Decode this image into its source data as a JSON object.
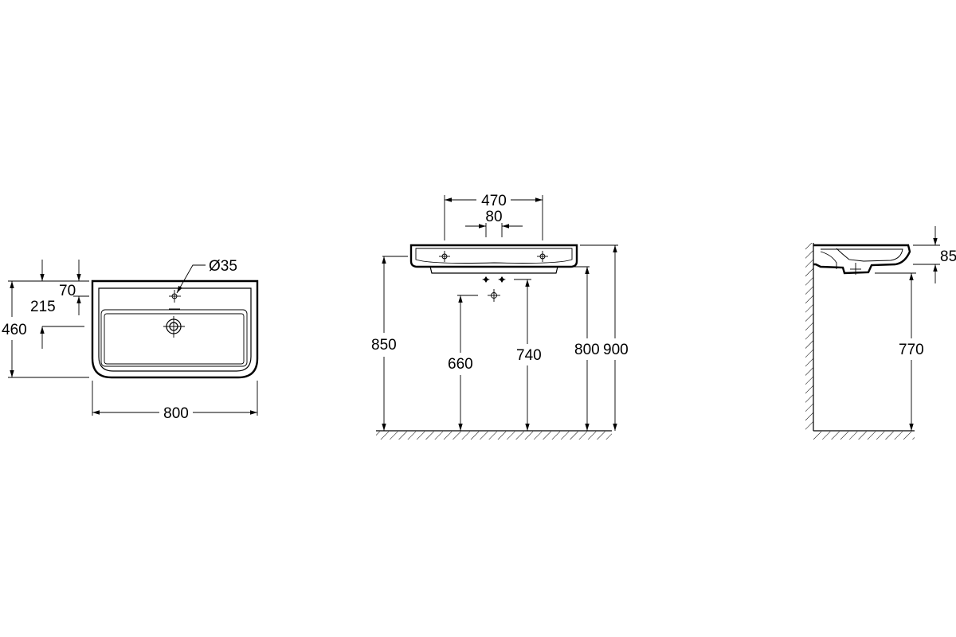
{
  "top_view": {
    "dim_width": "800",
    "dim_depth": "460",
    "dim_tap_offset": "70",
    "dim_drain_offset": "215",
    "dim_tap_diameter": "Ø35"
  },
  "front_view": {
    "dim_tap_spacing_outer": "470",
    "dim_tap_spacing_inner": "80",
    "dim_850": "850",
    "dim_660": "660",
    "dim_740": "740",
    "dim_800": "800",
    "dim_900": "900"
  },
  "side_view": {
    "dim_85": "85",
    "dim_770": "770"
  }
}
